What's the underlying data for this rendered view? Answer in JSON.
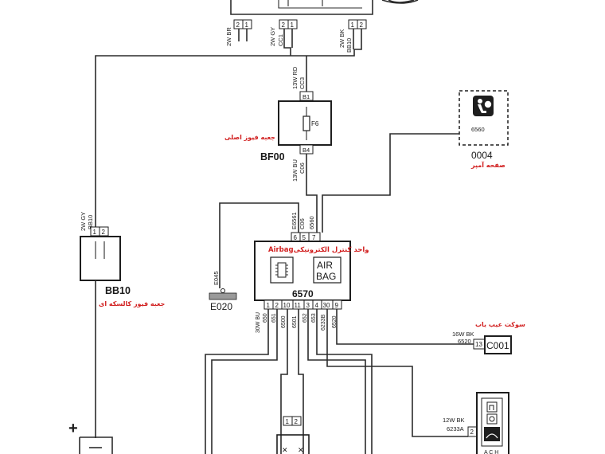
{
  "top_connector": {
    "pins_left": [
      "2",
      "1"
    ],
    "pins_mid": [
      "2",
      "1"
    ],
    "pins_right": [
      "1",
      "2"
    ],
    "wire_left": "2W BR",
    "wire_mid": "2W GY",
    "wire_mid_code": "CC1",
    "wire_right": "2W BK",
    "wire_right_code": "BB10"
  },
  "fuse_box_main": {
    "ref": "BF00",
    "label_fa": "جعبه فیوز اصلی",
    "fuse": "F6",
    "pin_top": "B1",
    "pin_bottom": "B4",
    "wire_in": "13W RD",
    "wire_in_code": "CC3",
    "wire_out": "13W BU",
    "wire_out_code": "C06"
  },
  "indicator": {
    "ref": "0004",
    "label_fa": "صفحه آمپر",
    "wire": "6560",
    "icon": "airbag-warning-icon"
  },
  "fuse_box_body": {
    "ref": "BB10",
    "label_fa": "جعبه فیوز کالسکه ای",
    "pins": [
      "1",
      "2"
    ],
    "wire": "2W GY",
    "wire_code": "BB10"
  },
  "ground": {
    "ref": "E020",
    "wire": "E045"
  },
  "ecu": {
    "ref": "6570",
    "title_prefix_fa": "واحد کنترل الکترونیکی",
    "title_suffix": "Airbag",
    "air_label": "AIR",
    "bag_label": "BAG",
    "top_pins": [
      "6",
      "5",
      "7"
    ],
    "top_wires": [
      "E6561",
      "C06",
      "6560"
    ],
    "bottom_pins": [
      "1",
      "2",
      "10",
      "11",
      "3",
      "4",
      "30",
      "9"
    ],
    "bottom_wires_left": "30W BU",
    "bottom_wires": [
      "650",
      "651",
      "6500",
      "6501",
      "652",
      "653",
      "6233B",
      "6520"
    ]
  },
  "diag_socket": {
    "ref": "C001",
    "label_fa": "سوکت عیب یاب",
    "wire": "16W BK",
    "wire_code": "6520",
    "pin": "13"
  },
  "switch_module": {
    "wire": "12W BK",
    "wire_code": "6233A",
    "pin": "2"
  },
  "lower_connector": {
    "pins": [
      "1",
      "2"
    ]
  },
  "battery": {
    "polarity": "+"
  }
}
